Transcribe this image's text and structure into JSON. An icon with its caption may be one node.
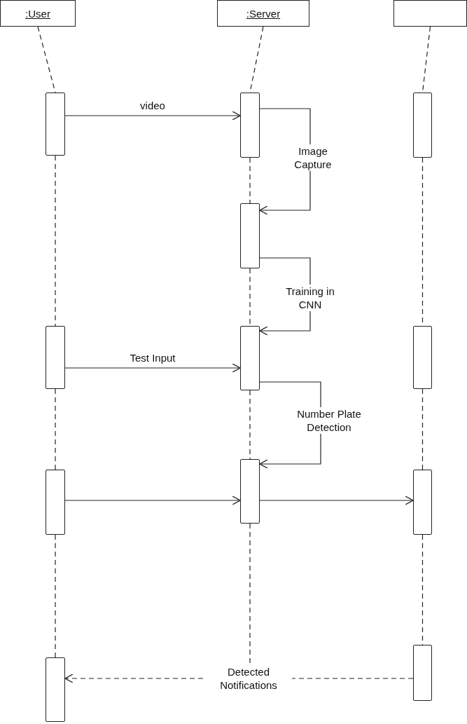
{
  "diagram": {
    "nodes": [
      {
        "text": [
          ":User"
        ]
      },
      {
        "text": [
          ":Server"
        ]
      },
      {
        "text": [],
        "shape": "box"
      },
      {
        "text": [],
        "shape": "bar"
      },
      {
        "text": [],
        "shape": "bar"
      },
      {
        "text": [],
        "shape": "bar"
      },
      {
        "text": [],
        "shape": "bar"
      },
      {
        "text": [],
        "shape": "bar"
      },
      {
        "text": [],
        "shape": "bar"
      },
      {
        "text": [],
        "shape": "bar"
      },
      {
        "text": [],
        "shape": "bar"
      },
      {
        "text": [],
        "shape": "bar"
      },
      {
        "text": [],
        "shape": "bar"
      },
      {
        "text": [],
        "shape": "bar"
      },
      {
        "text": [],
        "shape": "bar"
      }
    ],
    "edges": [
      {
        "from": 3,
        "to": 4,
        "arrow": "to",
        "label": "video"
      },
      {
        "from": 4,
        "to": 6,
        "arrow": "to",
        "label": "Image Capture"
      },
      {
        "from": 6,
        "to": 8,
        "arrow": "to",
        "label": "Training in CNN"
      },
      {
        "from": 7,
        "to": 8,
        "arrow": "to",
        "label": "Test Input"
      },
      {
        "from": 8,
        "to": 10,
        "arrow": "to",
        "label": "Number Plate Detection"
      },
      {
        "from": 11,
        "to": 10,
        "arrow": "to"
      },
      {
        "from": 10,
        "to": 12,
        "arrow": "to"
      },
      {
        "from": 13,
        "to": 14,
        "arrow": "to",
        "label": "Detected Notifications",
        "style": "dashed"
      },
      {
        "from": 0,
        "to": 3,
        "arrow": "none",
        "style": "dashed"
      },
      {
        "from": 3,
        "to": 7,
        "arrow": "none",
        "style": "dashed"
      },
      {
        "from": 7,
        "to": 11,
        "arrow": "none",
        "style": "dashed"
      },
      {
        "from": 11,
        "to": 14,
        "arrow": "none",
        "style": "dashed"
      },
      {
        "from": 1,
        "to": 4,
        "arrow": "none",
        "style": "dashed"
      },
      {
        "from": 4,
        "to": 6,
        "arrow": "none",
        "style": "dashed"
      },
      {
        "from": 6,
        "to": 8,
        "arrow": "none",
        "style": "dashed"
      },
      {
        "from": 8,
        "to": 10,
        "arrow": "none",
        "style": "dashed"
      },
      {
        "from": 2,
        "to": 5,
        "arrow": "none",
        "style": "dashed"
      },
      {
        "from": 5,
        "to": 9,
        "arrow": "none",
        "style": "dashed"
      },
      {
        "from": 9,
        "to": 12,
        "arrow": "none",
        "style": "dashed"
      },
      {
        "from": 12,
        "to": 13,
        "arrow": "none",
        "style": "dashed"
      },
      {
        "from": 10,
        "to": null,
        "arrow": "none",
        "style": "dashed"
      }
    ]
  }
}
